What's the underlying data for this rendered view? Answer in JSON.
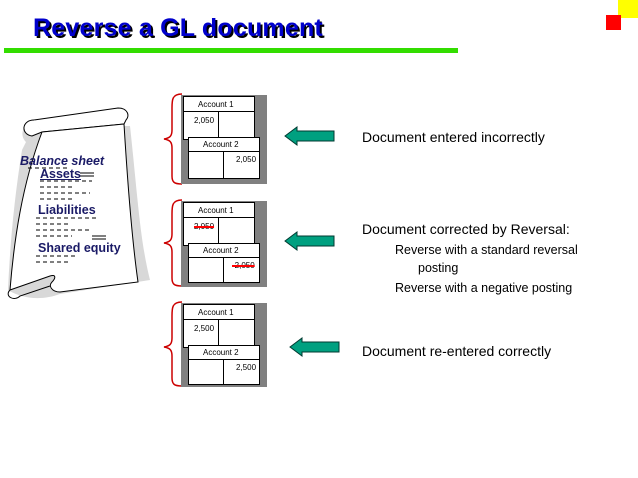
{
  "title": "Reverse a GL document",
  "colors": {
    "title": "#0000cc",
    "title_bar": "#33dd00",
    "arrow": "#00a080",
    "brace": "#cc0000",
    "strike": "#ff0000"
  },
  "scroll": {
    "heading": "Balance sheet",
    "assets": "Assets",
    "liabilities": "Liabilities",
    "equity": "Shared equity"
  },
  "accounts": [
    {
      "account1": "Account 1",
      "account2": "Account 2",
      "value1": "2,050",
      "value2": "2,050",
      "struck": false
    },
    {
      "account1": "Account 1",
      "account2": "Account 2",
      "value1": "2,050",
      "value2": "-2,050",
      "struck": true
    },
    {
      "account1": "Account 1",
      "account2": "Account 2",
      "value1": "2,500",
      "value2": "2,500",
      "struck": false
    }
  ],
  "descriptions": {
    "incorrect": "Document entered incorrectly",
    "corrected": "Document corrected by Reversal:",
    "standard_line1": "Reverse with a standard reversal",
    "standard_line2": "posting",
    "negative": "Reverse with a negative posting",
    "reentered": "Document re-entered correctly"
  }
}
